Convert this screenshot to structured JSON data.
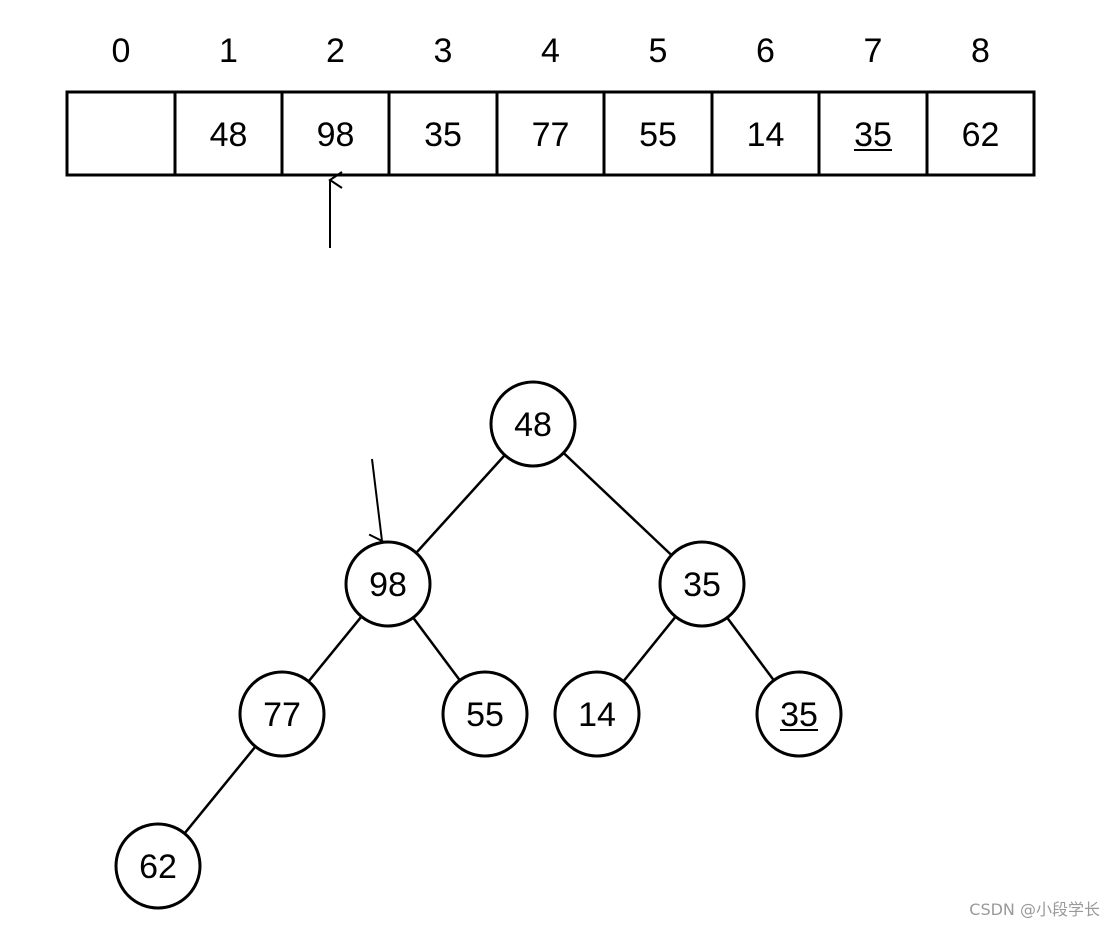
{
  "array": {
    "indices": [
      "0",
      "1",
      "2",
      "3",
      "4",
      "5",
      "6",
      "7",
      "8"
    ],
    "cells": [
      {
        "value": "",
        "underline": false
      },
      {
        "value": "48",
        "underline": false
      },
      {
        "value": "98",
        "underline": false
      },
      {
        "value": "35",
        "underline": false
      },
      {
        "value": "77",
        "underline": false
      },
      {
        "value": "55",
        "underline": false
      },
      {
        "value": "14",
        "underline": false
      },
      {
        "value": "35",
        "underline": true
      },
      {
        "value": "62",
        "underline": false
      }
    ],
    "pointer_index": 2
  },
  "tree": {
    "nodes": [
      {
        "id": 1,
        "value": "48",
        "underline": false
      },
      {
        "id": 2,
        "value": "98",
        "underline": false
      },
      {
        "id": 3,
        "value": "35",
        "underline": false
      },
      {
        "id": 4,
        "value": "77",
        "underline": false
      },
      {
        "id": 5,
        "value": "55",
        "underline": false
      },
      {
        "id": 6,
        "value": "14",
        "underline": false
      },
      {
        "id": 7,
        "value": "35",
        "underline": true
      },
      {
        "id": 8,
        "value": "62",
        "underline": false
      }
    ],
    "edges": [
      [
        1,
        2
      ],
      [
        1,
        3
      ],
      [
        2,
        4
      ],
      [
        2,
        5
      ],
      [
        3,
        6
      ],
      [
        3,
        7
      ],
      [
        4,
        8
      ]
    ],
    "pointer_node": 2
  },
  "watermark": "CSDN @小段学长",
  "colors": {
    "stroke": "#000000",
    "watermark": "#9a9a9a"
  }
}
